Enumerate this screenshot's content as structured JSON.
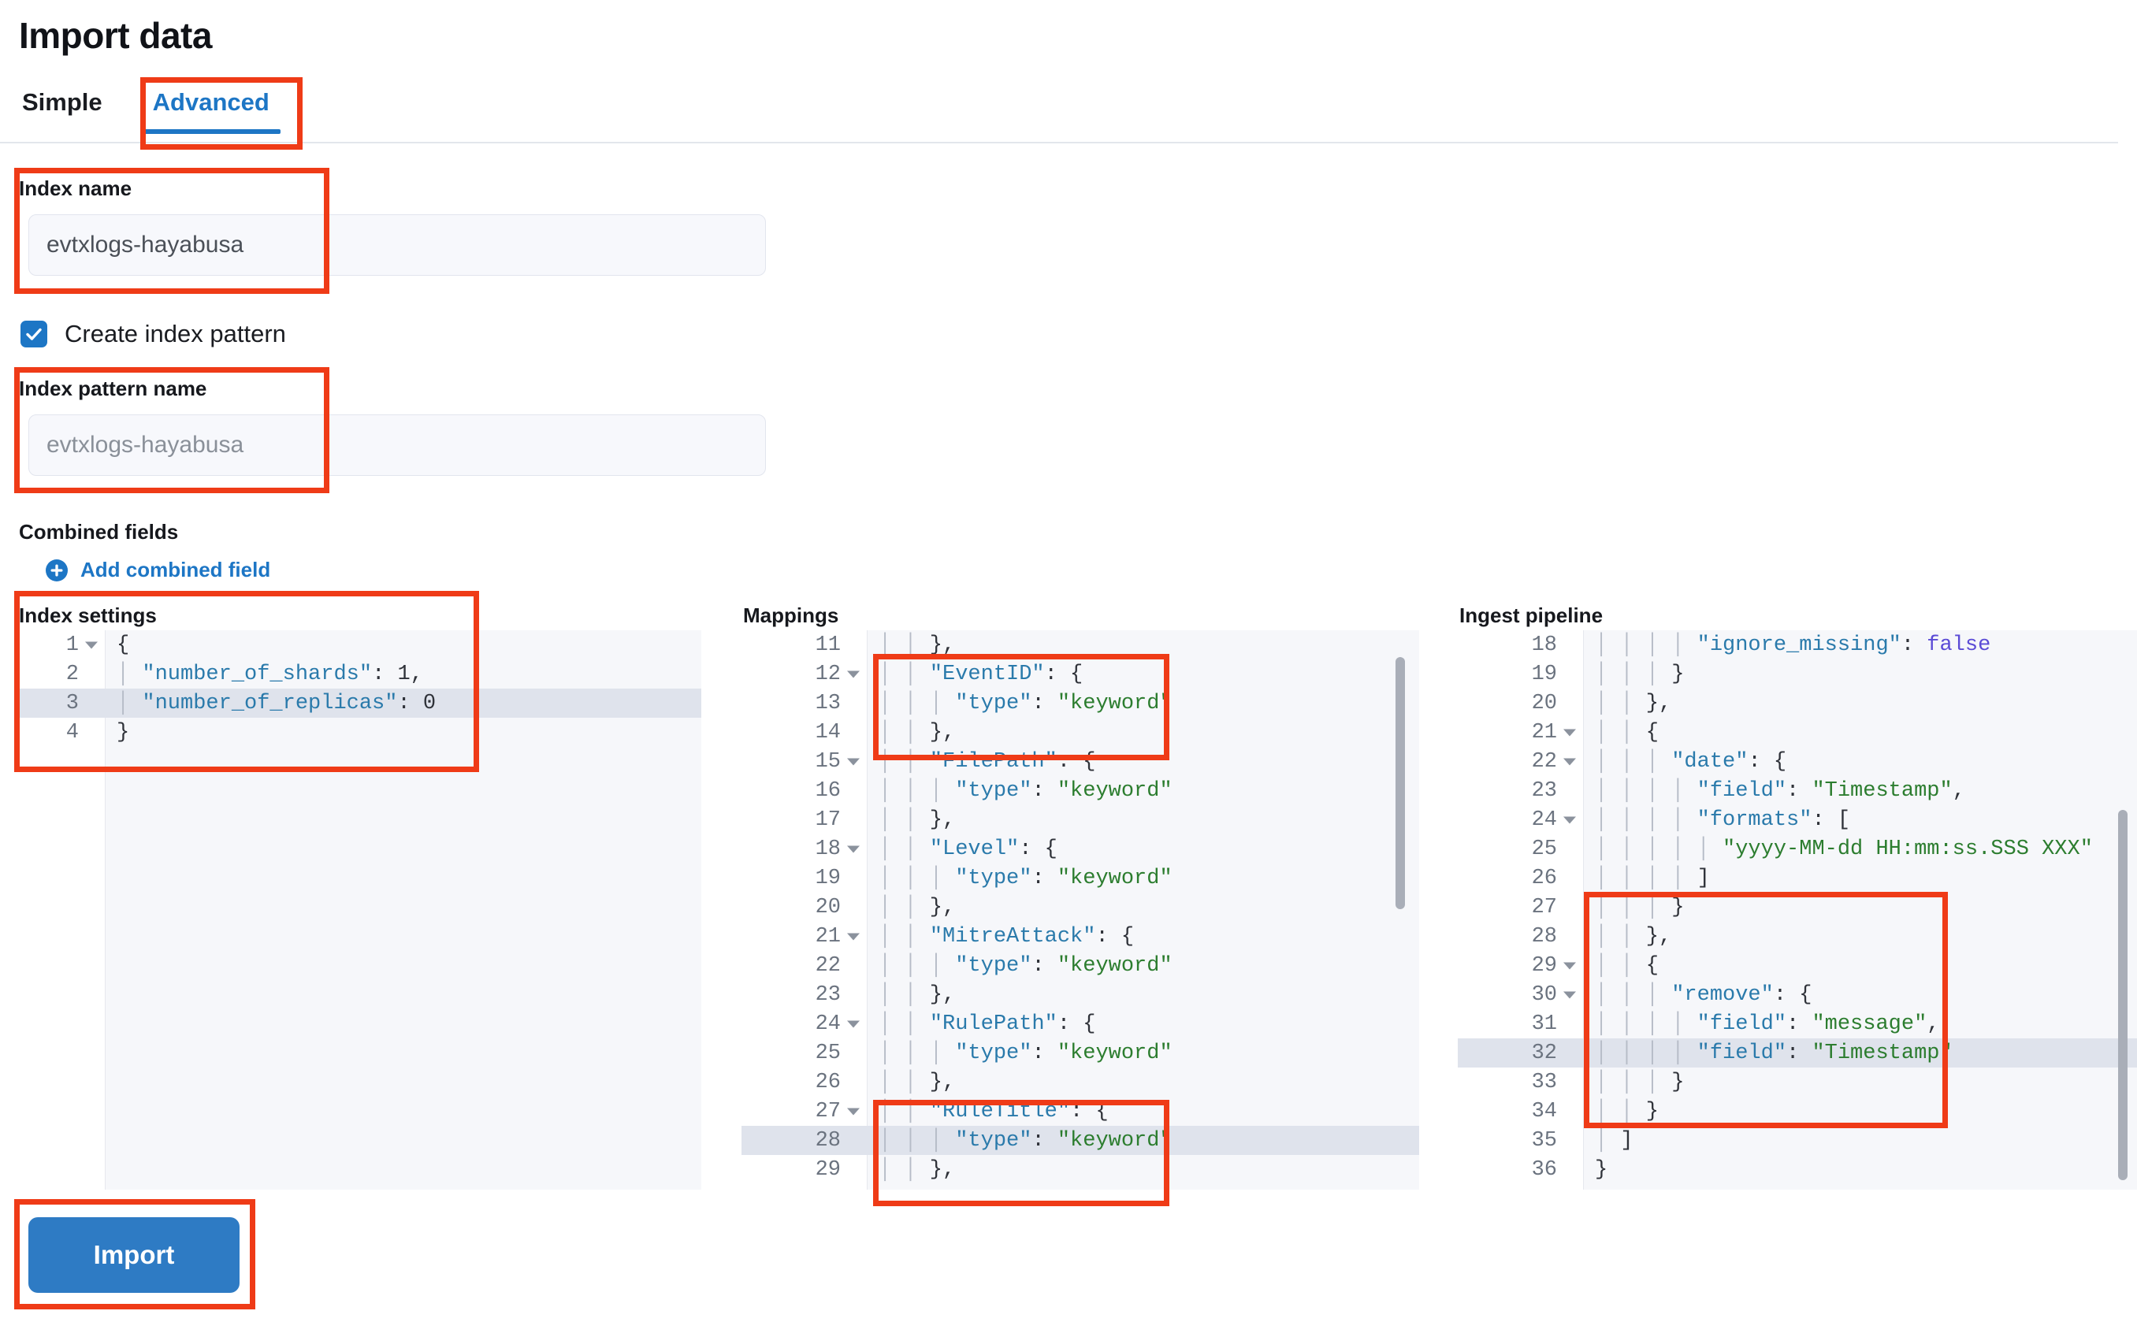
{
  "page": {
    "title": "Import data"
  },
  "tabs": [
    {
      "label": "Simple",
      "active": false
    },
    {
      "label": "Advanced",
      "active": true
    }
  ],
  "form": {
    "index_name": {
      "label": "Index name",
      "value": "evtxlogs-hayabusa"
    },
    "create_index_pattern": {
      "label": "Create index pattern",
      "checked": true
    },
    "index_pattern_name": {
      "label": "Index pattern name",
      "value": "evtxlogs-hayabusa"
    },
    "combined_fields": {
      "label": "Combined fields",
      "add_link": "Add combined field"
    }
  },
  "editors": {
    "index_settings": {
      "heading": "Index settings",
      "first_line": 1,
      "highlight_line": 3,
      "lines": [
        {
          "n": 1,
          "fold": true,
          "text": "{"
        },
        {
          "n": 2,
          "fold": false,
          "text": "  \"number_of_shards\": 1,"
        },
        {
          "n": 3,
          "fold": false,
          "text": "  \"number_of_replicas\": 0"
        },
        {
          "n": 4,
          "fold": false,
          "text": "}"
        }
      ]
    },
    "mappings": {
      "heading": "Mappings",
      "first_line": 11,
      "highlight_line": 28,
      "lines": [
        {
          "n": 11,
          "fold": false,
          "text": "    },"
        },
        {
          "n": 12,
          "fold": true,
          "text": "    \"EventID\": {"
        },
        {
          "n": 13,
          "fold": false,
          "text": "      \"type\": \"keyword\""
        },
        {
          "n": 14,
          "fold": false,
          "text": "    },"
        },
        {
          "n": 15,
          "fold": true,
          "text": "    \"FilePath\": {"
        },
        {
          "n": 16,
          "fold": false,
          "text": "      \"type\": \"keyword\""
        },
        {
          "n": 17,
          "fold": false,
          "text": "    },"
        },
        {
          "n": 18,
          "fold": true,
          "text": "    \"Level\": {"
        },
        {
          "n": 19,
          "fold": false,
          "text": "      \"type\": \"keyword\""
        },
        {
          "n": 20,
          "fold": false,
          "text": "    },"
        },
        {
          "n": 21,
          "fold": true,
          "text": "    \"MitreAttack\": {"
        },
        {
          "n": 22,
          "fold": false,
          "text": "      \"type\": \"keyword\""
        },
        {
          "n": 23,
          "fold": false,
          "text": "    },"
        },
        {
          "n": 24,
          "fold": true,
          "text": "    \"RulePath\": {"
        },
        {
          "n": 25,
          "fold": false,
          "text": "      \"type\": \"keyword\""
        },
        {
          "n": 26,
          "fold": false,
          "text": "    },"
        },
        {
          "n": 27,
          "fold": true,
          "text": "    \"RuleTitle\": {"
        },
        {
          "n": 28,
          "fold": false,
          "text": "      \"type\": \"keyword\""
        },
        {
          "n": 29,
          "fold": false,
          "text": "    },"
        }
      ]
    },
    "ingest_pipeline": {
      "heading": "Ingest pipeline",
      "first_line": 18,
      "highlight_line": 32,
      "lines": [
        {
          "n": 18,
          "fold": false,
          "text": "        \"ignore_missing\": false"
        },
        {
          "n": 19,
          "fold": false,
          "text": "      }"
        },
        {
          "n": 20,
          "fold": false,
          "text": "    },"
        },
        {
          "n": 21,
          "fold": true,
          "text": "    {"
        },
        {
          "n": 22,
          "fold": true,
          "text": "      \"date\": {"
        },
        {
          "n": 23,
          "fold": false,
          "text": "        \"field\": \"Timestamp\","
        },
        {
          "n": 24,
          "fold": true,
          "text": "        \"formats\": ["
        },
        {
          "n": 25,
          "fold": false,
          "text": "          \"yyyy-MM-dd HH:mm:ss.SSS XXX\""
        },
        {
          "n": 26,
          "fold": false,
          "text": "        ]"
        },
        {
          "n": 27,
          "fold": false,
          "text": "      }"
        },
        {
          "n": 28,
          "fold": false,
          "text": "    },"
        },
        {
          "n": 29,
          "fold": true,
          "text": "    {"
        },
        {
          "n": 30,
          "fold": true,
          "text": "      \"remove\": {"
        },
        {
          "n": 31,
          "fold": false,
          "text": "        \"field\": \"message\","
        },
        {
          "n": 32,
          "fold": false,
          "text": "        \"field\": \"Timestamp\""
        },
        {
          "n": 33,
          "fold": false,
          "text": "      }"
        },
        {
          "n": 34,
          "fold": false,
          "text": "    }"
        },
        {
          "n": 35,
          "fold": false,
          "text": "  ]"
        },
        {
          "n": 36,
          "fold": false,
          "text": "}"
        }
      ]
    }
  },
  "actions": {
    "import_label": "Import"
  },
  "colors": {
    "accent_blue": "#1d76c5",
    "button_blue": "#2e7bc4",
    "annotation_red": "#ef3b17",
    "code_key": "#2a7aab",
    "code_string": "#2c7d2f",
    "code_boolean": "#5b4bd6"
  }
}
